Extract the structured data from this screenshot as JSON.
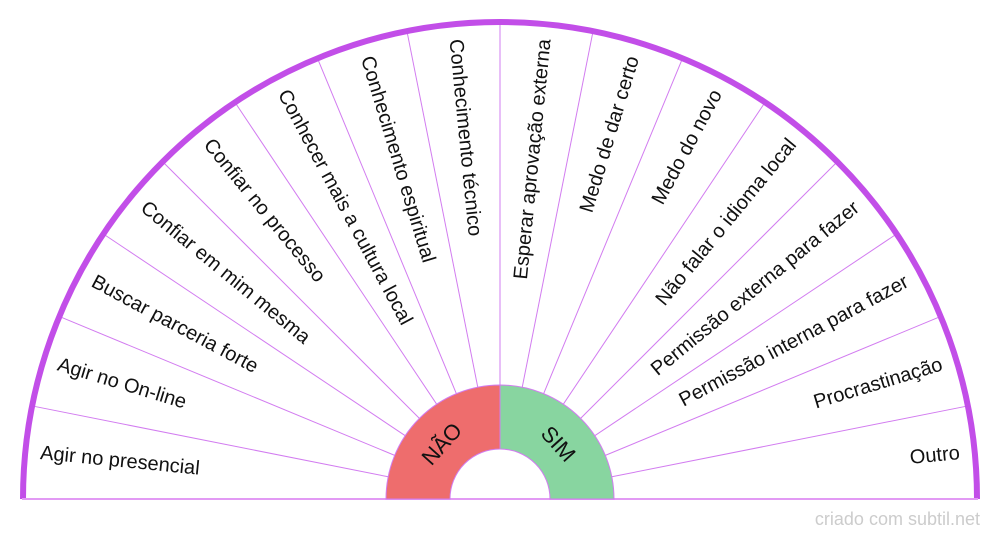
{
  "labels": [
    "Agir no presencial",
    "Agir no On-line",
    "Buscar parceria forte",
    "Confiar em mim mesma",
    "Confiar no processo",
    "Conhecer mais a cultura local",
    "Conhecimento espiritual",
    "Conhecimento técnico",
    "Esperar aprovação externa",
    "Medo de dar certo",
    "Medo do novo",
    "Não falar o idioma local",
    "Permissão externa para fazer",
    "Permissão interna para fazer",
    "Procrastinação",
    "Outro"
  ],
  "center": {
    "no_label": "NÃO",
    "yes_label": "SIM"
  },
  "credit": "criado com subtil.net",
  "colors": {
    "border": "#c24ee8",
    "lines": "#d27cf0",
    "no": "#ee6d6d",
    "yes": "#88d5a0"
  }
}
